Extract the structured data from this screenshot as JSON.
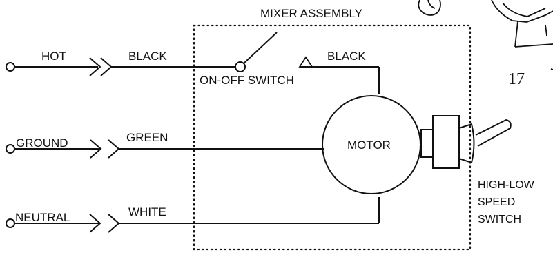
{
  "labels": {
    "assembly": "MIXER ASSEMBLY",
    "hot": "HOT",
    "black_in": "BLACK",
    "ground": "GROUND",
    "green": "GREEN",
    "neutral": "NEUTRAL",
    "white": "WHITE",
    "on_off_switch": "ON-OFF SWITCH",
    "black_motor": "BLACK",
    "motor": "MOTOR",
    "speed_switch_line1": "HIGH-LOW",
    "speed_switch_line2": "SPEED",
    "speed_switch_line3": "SWITCH",
    "page_fragment": "17"
  }
}
